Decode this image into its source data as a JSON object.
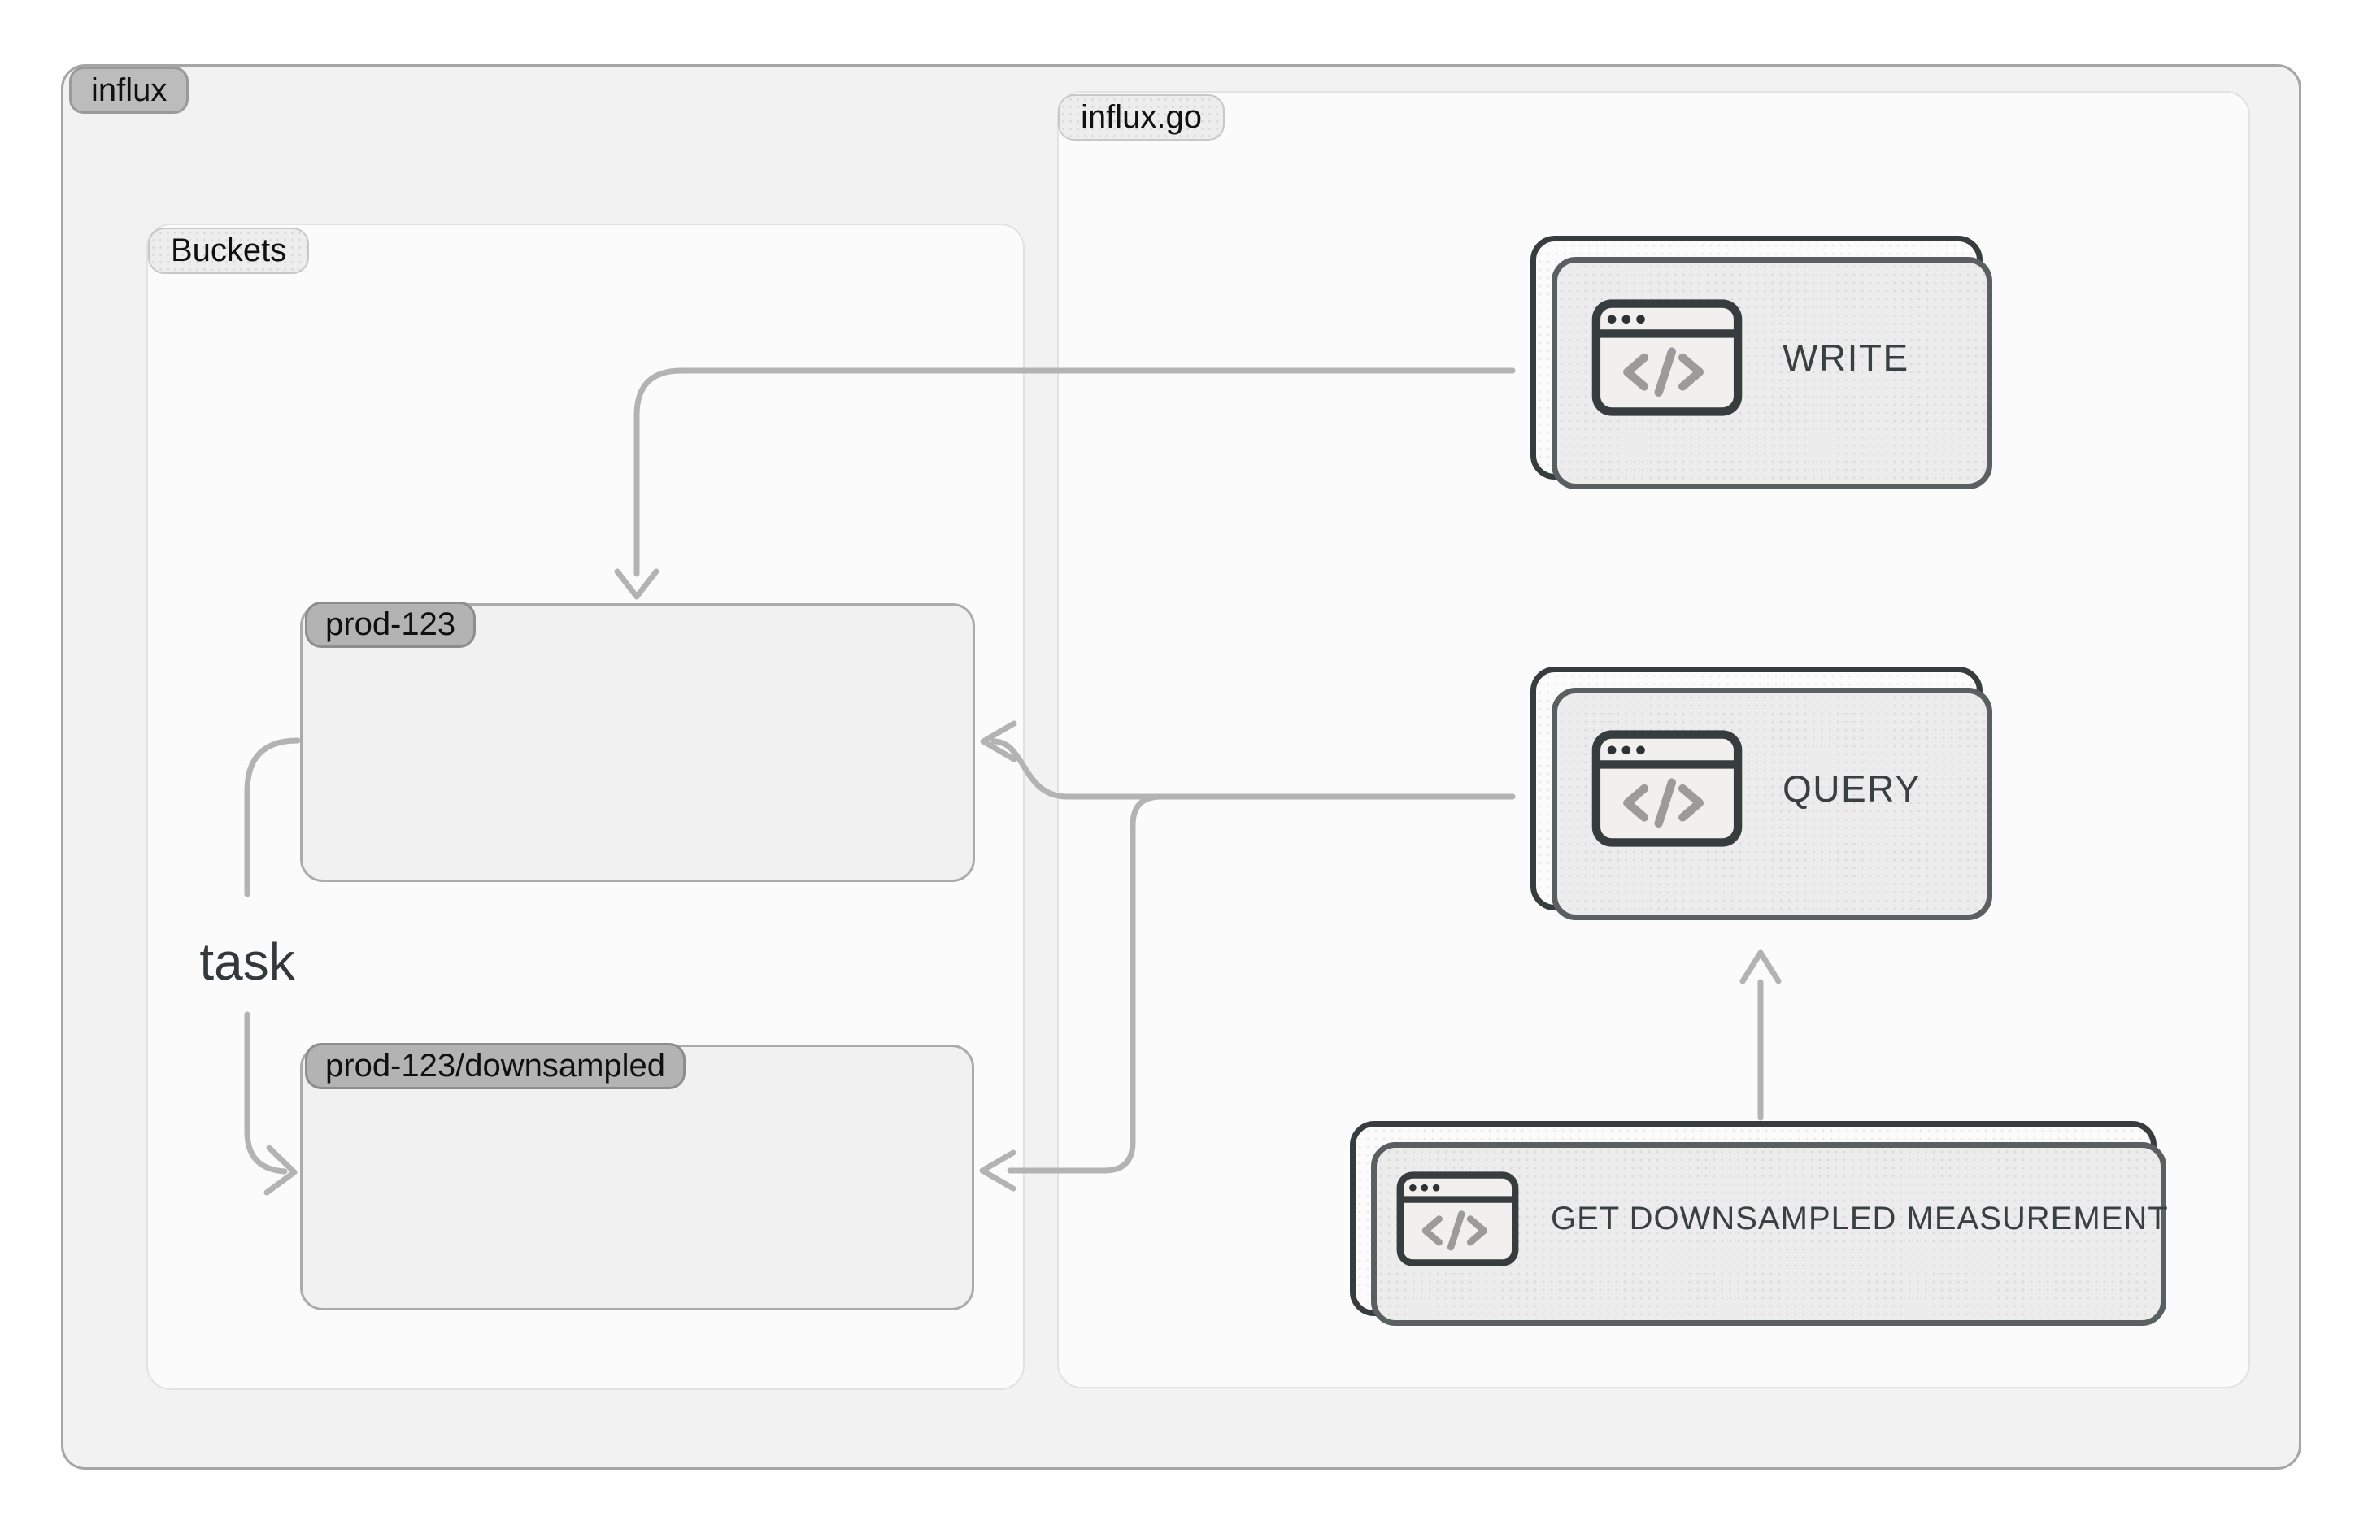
{
  "diagram": {
    "influx": {
      "label": "influx"
    },
    "buckets": {
      "label": "Buckets"
    },
    "influx_go": {
      "label": "influx.go"
    },
    "nodes": {
      "prod": {
        "label": "prod-123"
      },
      "downsampled": {
        "label": "prod-123/downsampled"
      },
      "task": {
        "label": "task"
      },
      "write": {
        "label": "WRITE",
        "icon": "code-browser-icon"
      },
      "query": {
        "label": "QUERY",
        "icon": "code-browser-icon"
      },
      "get_downsampled": {
        "label": "GET DOWNSAMPLED MEASUREMENT",
        "icon": "code-browser-icon"
      }
    },
    "edges": [
      {
        "from": "WRITE",
        "to": "prod-123",
        "arrowhead": true
      },
      {
        "from": "QUERY",
        "to": "prod-123",
        "arrowhead": true
      },
      {
        "from": "QUERY",
        "to": "prod-123/downsampled",
        "arrowhead": true
      },
      {
        "from": "GET DOWNSAMPLED MEASUREMENT",
        "to": "QUERY",
        "arrowhead": true
      },
      {
        "from": "prod-123",
        "to": "task",
        "arrowhead": false
      },
      {
        "from": "task",
        "to": "prod-123/downsampled",
        "arrowhead": true
      }
    ],
    "colors": {
      "edge": "#b3b3b3",
      "card_border": "#373c3f",
      "card_fill": "#fcfbfb",
      "card_shadow_fill": "#ececec",
      "card_shadow_border": "#5a5f62",
      "outer_container_fill": "#f2f2f2",
      "outer_container_border": "#a6a6a6",
      "inner_container_fill": "#fbfbfb",
      "inner_container_border": "#e2e2e2",
      "bucket_box_fill": "#f1f1f1",
      "bucket_box_border": "#ababab",
      "pill_dark_fill": "#b3b3b3",
      "pill_light_fill": "#ededed",
      "code_glyph": "#9b9b9b",
      "card_text": "#3a3f42"
    }
  }
}
